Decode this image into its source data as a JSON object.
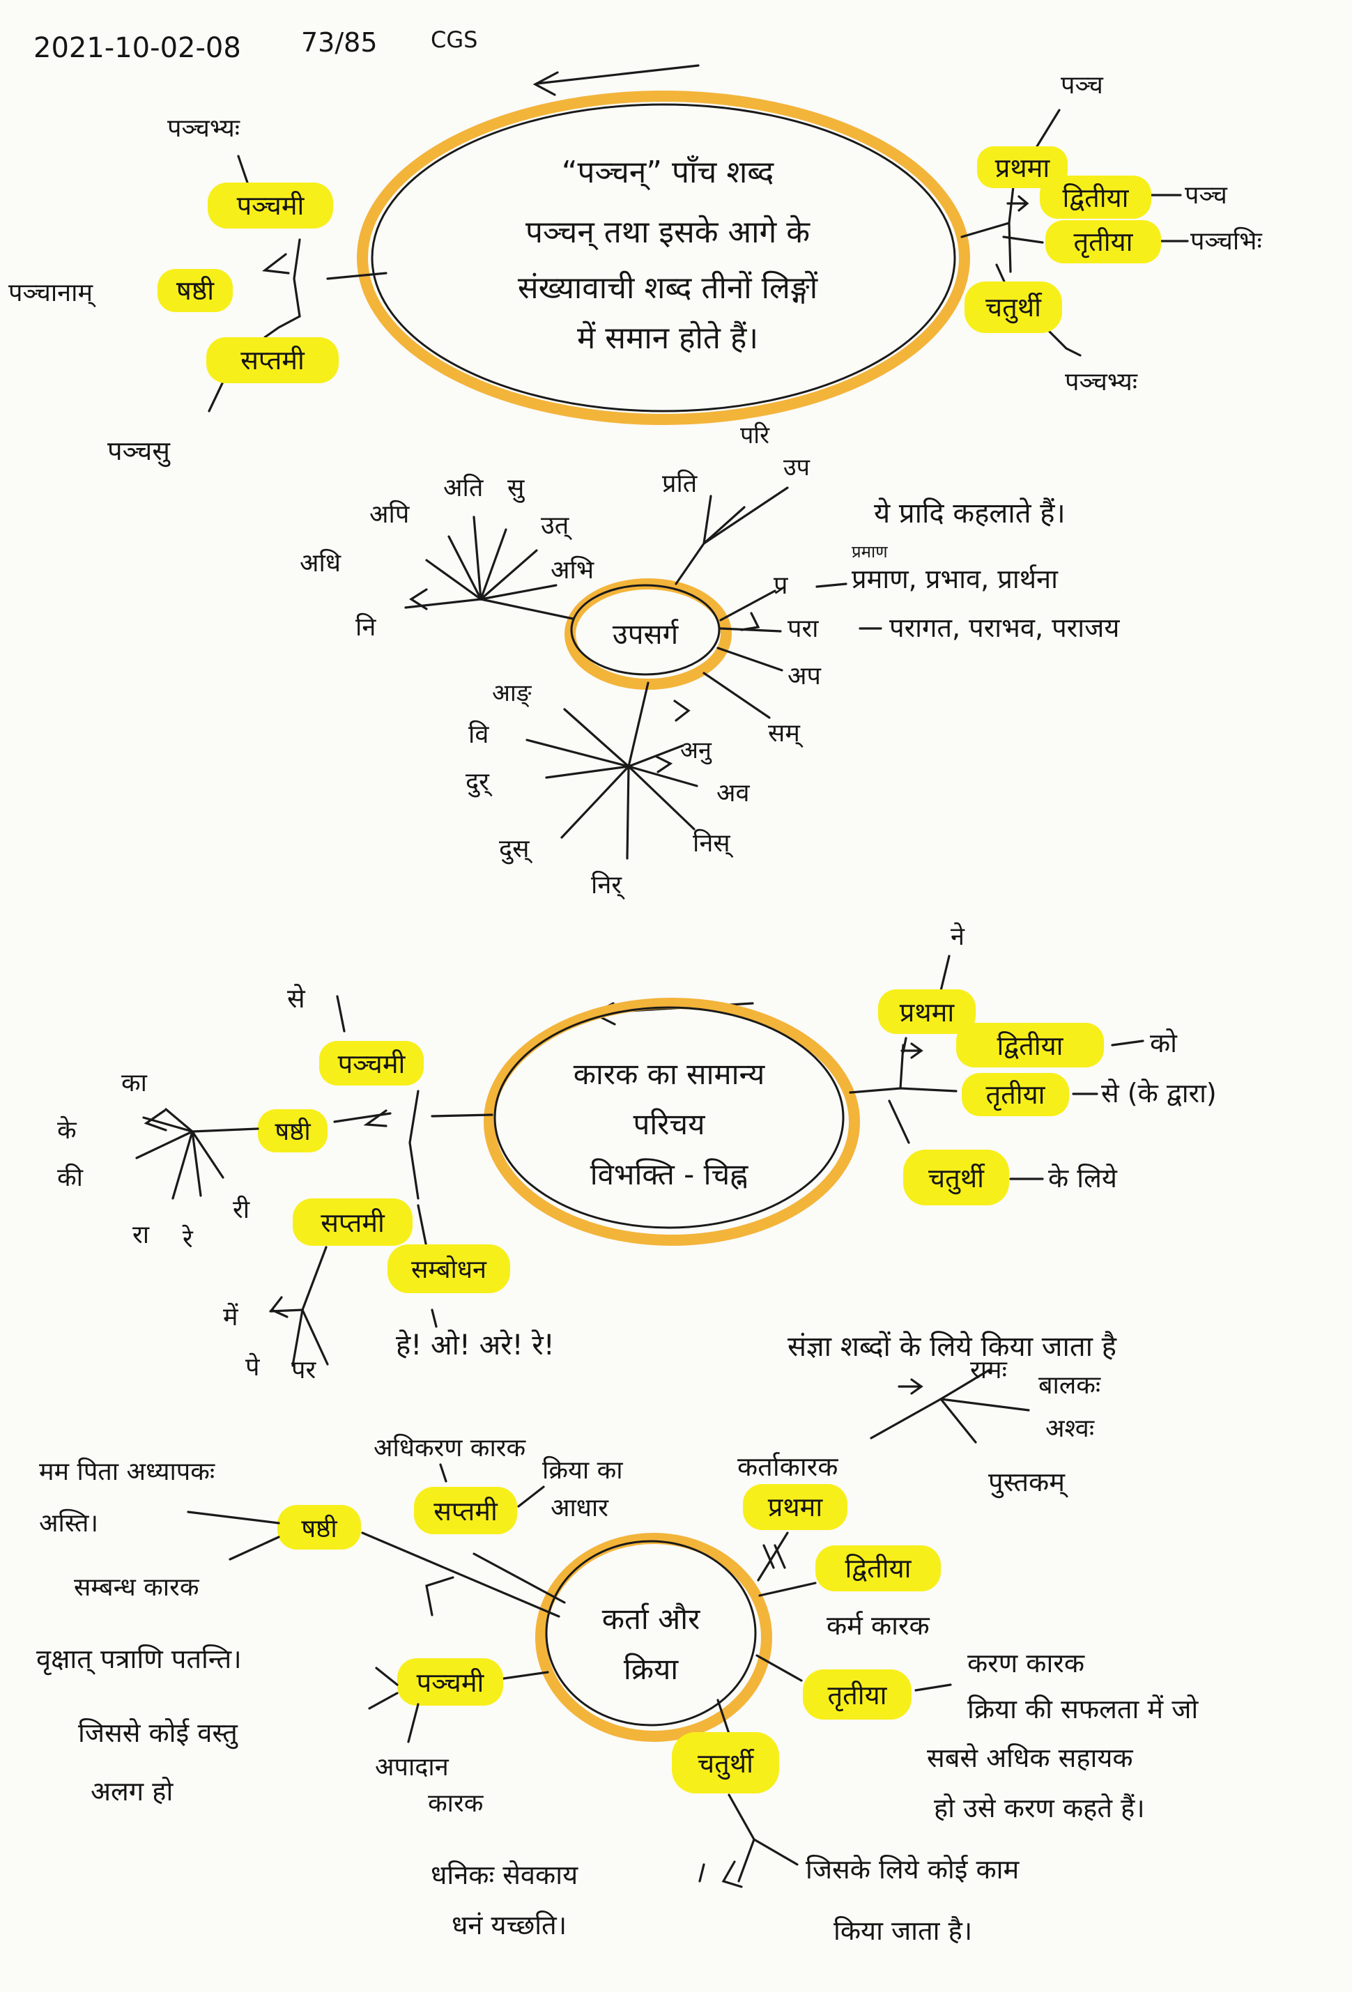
{
  "header": {
    "date": "2021-10-02-08",
    "page": "73/85",
    "initials": "CGS"
  },
  "section1": {
    "center": [
      "“पञ्चन्” पाँच शब्द",
      "पञ्चन् तथा इसके आगे के",
      "संख्यावाची शब्द तीनों लिङ्गों",
      "में समान होते हैं।"
    ],
    "right": {
      "prathama": "प्रथमा",
      "prathama_form": "पञ्च",
      "dvitiya": "द्वितीया",
      "dvitiya_form": "पञ्च",
      "tritiya": "तृतीया",
      "tritiya_form": "पञ्चभिः",
      "chaturthi": "चतुर्थी",
      "chaturthi_form": "पञ्चभ्यः"
    },
    "left": {
      "panchami_form": "पञ्चभ्यः",
      "panchami": "पञ्चमी",
      "shashthi_form": "पञ्चानाम्",
      "shashthi": "षष्ठी",
      "saptami": "सप्तमी",
      "saptami_form": "पञ्चसु"
    }
  },
  "section2": {
    "center": "उपसर्ग",
    "upper_left": [
      "अपि",
      "अति",
      "सु",
      "अधि",
      "उत्",
      "अभि",
      "नि"
    ],
    "top": [
      "प्रति",
      "परि",
      "उप"
    ],
    "note": "ये प्रादि कहलाते हैं।",
    "pra": "प्र",
    "pra_small": "प्रमाण",
    "pra_examples": "प्रमाण, प्रभाव, प्रार्थना",
    "para": "परा",
    "para_examples": "परागत, पराभव, पराजय",
    "right_more": [
      "अप",
      "सम्"
    ],
    "bottom": [
      "आङ्",
      "वि",
      "दुर्",
      "दुस्",
      "निर्",
      "अनु",
      "अव",
      "निस्"
    ]
  },
  "section3": {
    "center": [
      "कारक का सामान्य",
      "परिचय",
      "विभक्ति - चिह्न"
    ],
    "right": {
      "prathama": "प्रथमा",
      "prathama_mark": "ने",
      "dvitiya": "द्वितीया",
      "dvitiya_mark": "को",
      "tritiya": "तृतीया",
      "tritiya_mark": "से (के द्वारा)",
      "chaturthi": "चतुर्थी",
      "chaturthi_mark": "के लिये"
    },
    "left": {
      "panchami": "पञ्चमी",
      "panchami_mark": "से",
      "shashthi": "षष्ठी",
      "shashthi_marks": [
        "का",
        "के",
        "की",
        "रा",
        "रे",
        "री"
      ],
      "saptami": "सप्तमी",
      "saptami_marks": [
        "में",
        "पे",
        "पर"
      ],
      "sambodhan": "सम्बोधन",
      "sambodhan_marks": "हे! ओ! अरे! रे!"
    }
  },
  "section4": {
    "center": [
      "कर्ता और",
      "क्रिया"
    ],
    "note_top": "संज्ञा शब्दों के लिये किया जाता है",
    "examples": [
      "रामः",
      "बालकः",
      "अश्वः",
      "पुस्तकम्"
    ],
    "karta": "कर्ताकारक",
    "prathama": "प्रथमा",
    "dvitiya": "द्वितीया",
    "karma": "कर्म कारक",
    "tritiya": "तृतीया",
    "karan_lines": [
      "करण कारक",
      "क्रिया की सफलता में जो",
      "सबसे अधिक सहायक",
      "हो उसे करण कहते हैं।"
    ],
    "chaturthi": "चतुर्थी",
    "chaturthi_desc": [
      "जिसके लिये कोई काम",
      "किया जाता है।"
    ],
    "chaturthi_example": [
      "धनिकः सेवकाय",
      "धनं यच्छति।"
    ],
    "panchami": "पञ्चमी",
    "panchami_example": "वृक्षात् पत्राणि पतन्ति।",
    "panchami_desc": [
      "जिससे कोई वस्तु",
      "अलग हो"
    ],
    "apadan": [
      "अपादान",
      "कारक"
    ],
    "saptami": "सप्तमी",
    "adhikaran": "अधिकरण कारक",
    "kriya_ka": "क्रिया का",
    "aadhar": "आधार",
    "shashthi": "षष्ठी",
    "shashthi_example": [
      "मम पिता अध्यापकः",
      "अस्ति।"
    ],
    "sambandh": "सम्बन्ध कारक"
  },
  "colors": {
    "highlight": "#f7ef1a",
    "ring": "#f3b43a",
    "ink": "#1a1a1a"
  }
}
